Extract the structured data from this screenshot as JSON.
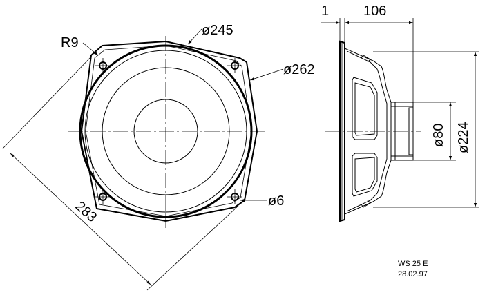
{
  "dimensions": {
    "radius": "R9",
    "outer_diameter": "ø245",
    "frame_diameter": "ø262",
    "hole_diameter": "ø6",
    "diagonal": "283",
    "flange_offset": "1",
    "depth": "106",
    "magnet_diameter": "ø80",
    "cutout_diameter": "ø224"
  },
  "info": {
    "model": "WS 25 E",
    "date": "28.02.97"
  }
}
